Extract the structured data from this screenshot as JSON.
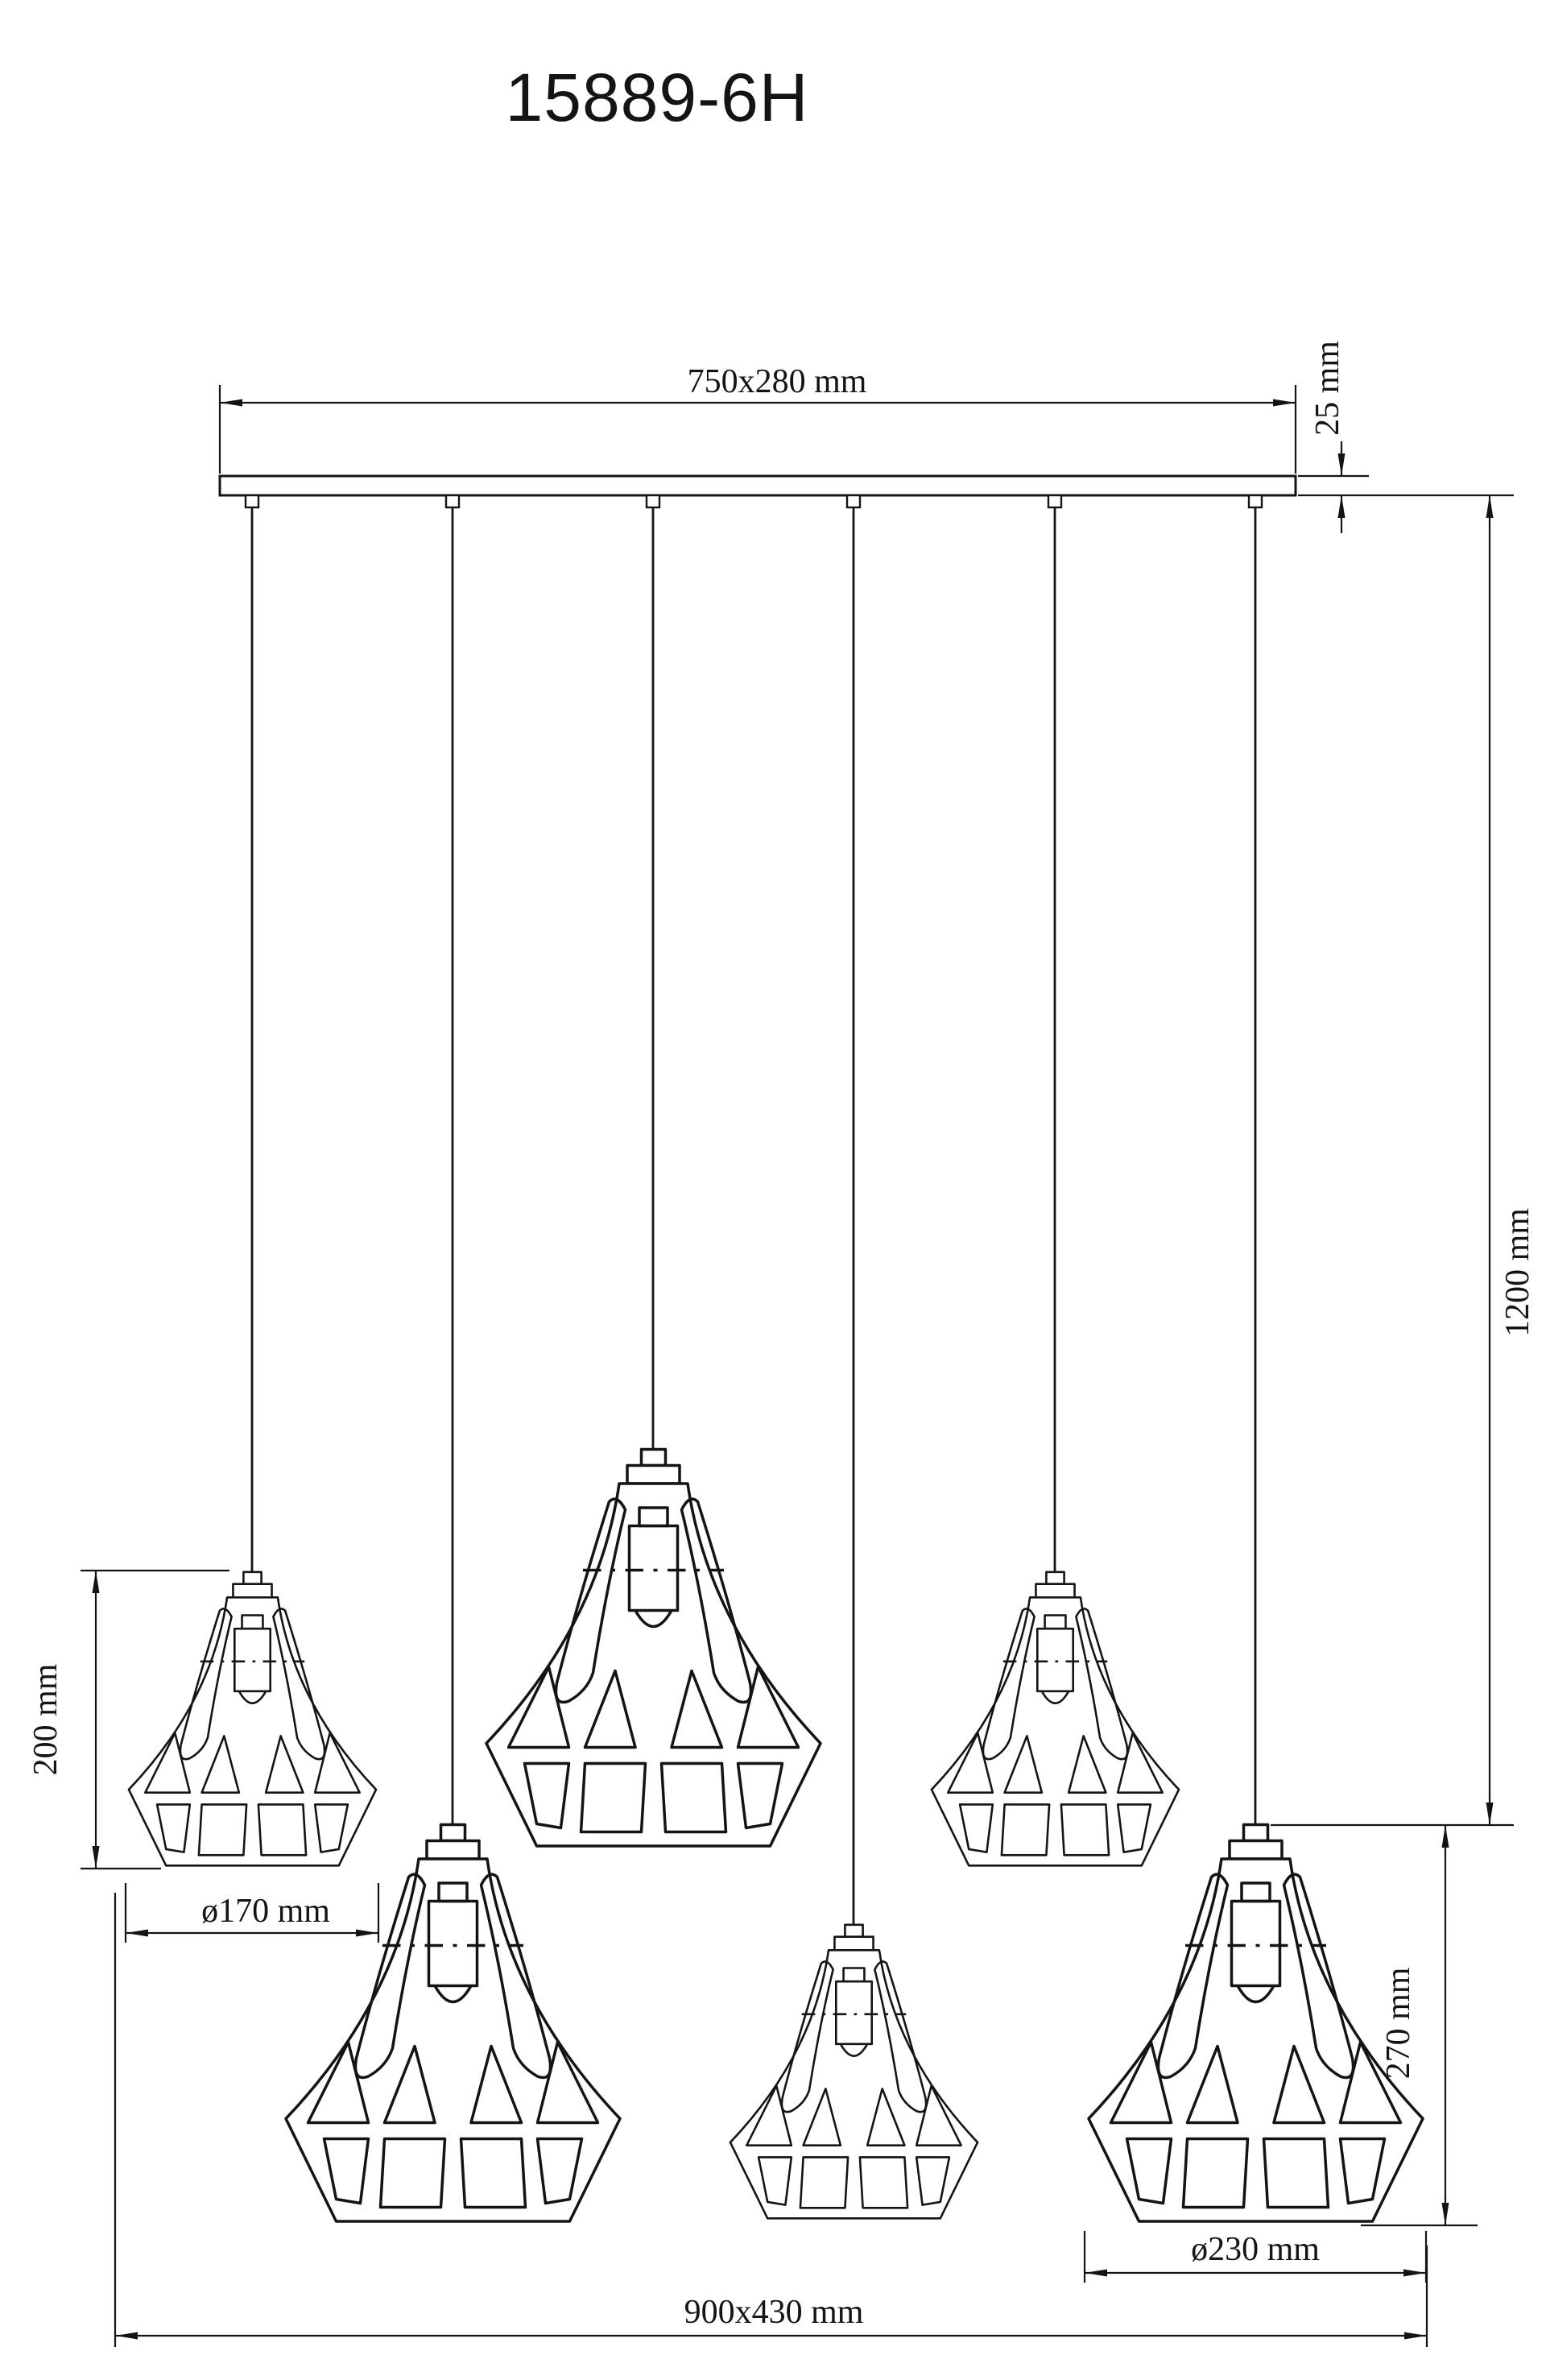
{
  "title": "15889-6H",
  "dims": {
    "canopy_size": "750x280 mm",
    "canopy_thickness": "25 mm",
    "suspension_drop": "1200 mm",
    "small_shade_height": "200 mm",
    "small_shade_diameter": "ø170 mm",
    "large_shade_height": "270 mm",
    "large_shade_diameter": "ø230 mm",
    "overall_footprint": "900x430 mm"
  },
  "colors": {
    "line": "#141414",
    "background": "#ffffff"
  }
}
